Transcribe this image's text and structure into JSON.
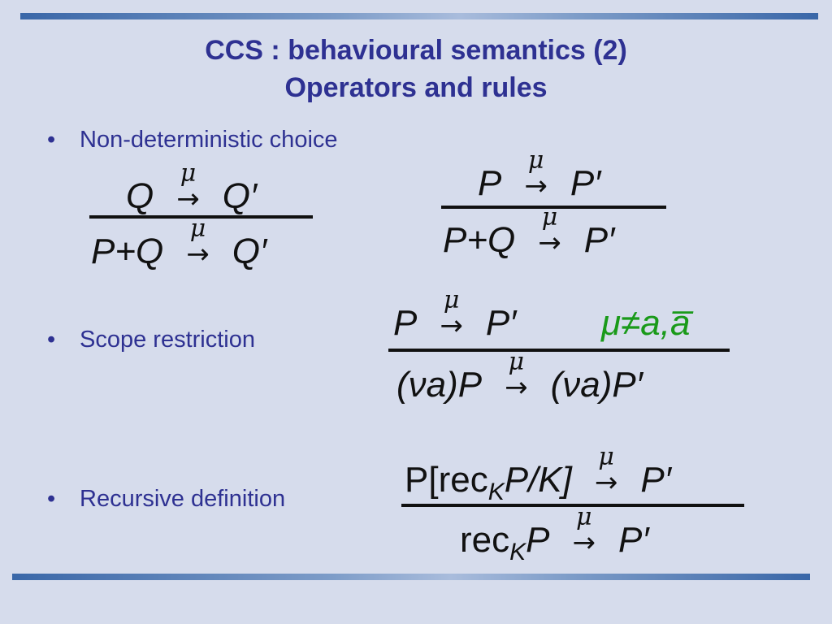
{
  "title": {
    "line1": "CCS : behavioural semantics (2)",
    "line2": "Operators and rules"
  },
  "bullets": {
    "choice": "Non-deterministic choice",
    "restriction": "Scope restriction",
    "recursion": "Recursive definition"
  },
  "symbols": {
    "bullet": "•",
    "mu": "μ",
    "arrow": "→"
  },
  "rules": {
    "choice_left": {
      "premise_left": "Q",
      "premise_right": "Q′",
      "conclusion_left": "P+Q",
      "conclusion_right": "Q′"
    },
    "choice_right": {
      "premise_left": "P",
      "premise_right": "P′",
      "conclusion_left": "P+Q",
      "conclusion_right": "P′"
    },
    "restriction": {
      "premise_left": "P",
      "premise_right": "P′",
      "side_condition": "μ≠a,a̅",
      "conclusion_left": "(νa)P",
      "conclusion_right": "(νa)P′"
    },
    "recursion": {
      "premise_left_pre": "P[rec",
      "premise_left_sub": "K",
      "premise_left_post": "P/K]",
      "premise_right": "P′",
      "conclusion_left_pre": "rec",
      "conclusion_left_sub": "K",
      "conclusion_left_post": "P",
      "conclusion_right": "P′"
    }
  },
  "colors": {
    "title": "#2e3192",
    "side_condition": "#1a9a1a",
    "background": "#d6dcec"
  }
}
